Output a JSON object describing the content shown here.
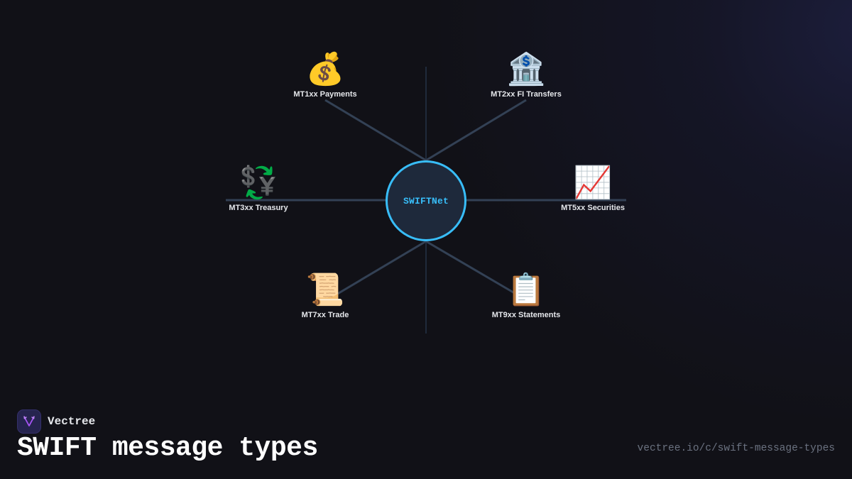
{
  "diagram": {
    "type": "hub-and-spoke",
    "hub": {
      "label": "SWIFTNet",
      "fill_color": "#1e293b",
      "border_color": "#38bdf8",
      "text_color": "#38bdf8"
    },
    "spoke_color": "#334155",
    "nodes": [
      {
        "id": "mt1xx",
        "label": "MT1xx Payments",
        "icon": "money-bag-icon",
        "glyph": "💰",
        "position": "top-left"
      },
      {
        "id": "mt2xx",
        "label": "MT2xx FI Transfers",
        "icon": "bank-icon",
        "glyph": "🏦",
        "position": "top-right"
      },
      {
        "id": "mt3xx",
        "label": "MT3xx Treasury",
        "icon": "currency-exchange-icon",
        "glyph": "💱",
        "position": "left"
      },
      {
        "id": "mt5xx",
        "label": "MT5xx Securities",
        "icon": "chart-increasing-icon",
        "glyph": "📈",
        "position": "right"
      },
      {
        "id": "mt7xx",
        "label": "MT7xx Trade",
        "icon": "scroll-icon",
        "glyph": "📜",
        "position": "bottom-left"
      },
      {
        "id": "mt9xx",
        "label": "MT9xx Statements",
        "icon": "clipboard-icon",
        "glyph": "📋",
        "position": "bottom-right"
      }
    ]
  },
  "footer": {
    "brand_name": "Vectree",
    "brand_logo_icon": "vectree-logo-icon",
    "title": "SWIFT message types",
    "url": "vectree.io/c/swift-message-types"
  },
  "colors": {
    "background": "#111117",
    "accent": "#38bdf8",
    "brand_purple": "#a855f7"
  }
}
